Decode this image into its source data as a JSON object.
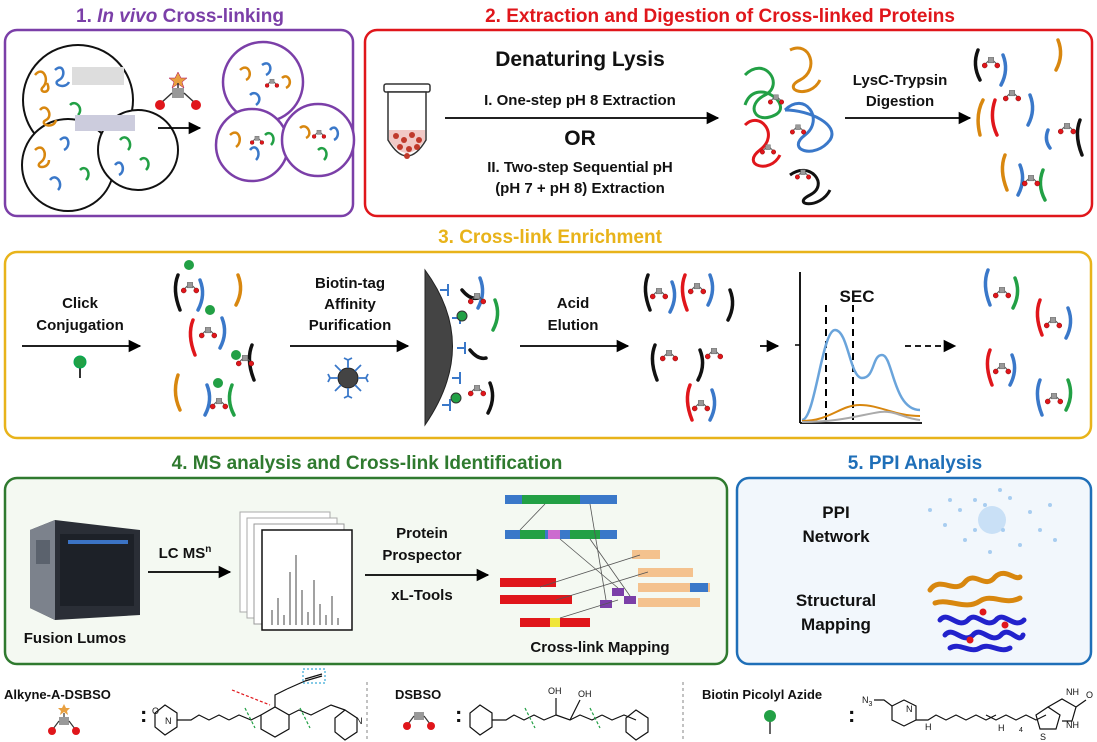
{
  "colors": {
    "purple": "#7b3fa8",
    "red": "#e0161b",
    "gold": "#e8b31a",
    "green": "#2f7a2f",
    "blue": "#1f6fb8",
    "chain_red": "#e0161b",
    "chain_blue": "#3a78c9",
    "chain_green": "#22a045",
    "chain_orange": "#d8870f",
    "chain_black": "#111111"
  },
  "sections": {
    "s1": {
      "title_prefix": "1. ",
      "title_italic": "In vivo",
      "title_suffix": " Cross-linking"
    },
    "s2": {
      "title": "2. Extraction and Digestion of Cross-linked Proteins",
      "lysis": "Denaturing Lysis",
      "opt1": "I. One-step pH 8 Extraction",
      "or": "OR",
      "opt2_line1": "II. Two-step Sequential pH",
      "opt2_line2": "(pH 7 + pH 8) Extraction",
      "digest_line1": "LysC-Trypsin",
      "digest_line2": "Digestion"
    },
    "s3": {
      "title": "3. Cross-link Enrichment",
      "click_line1": "Click",
      "click_line2": "Conjugation",
      "biotin_line1": "Biotin-tag",
      "biotin_line2": "Affinity",
      "biotin_line3": "Purification",
      "acid_line1": "Acid",
      "acid_line2": "Elution",
      "sec": "SEC"
    },
    "s4": {
      "title": "4. MS analysis and Cross-link Identification",
      "instrument": "Fusion Lumos",
      "lcms": "LC MS",
      "lcms_sup": "n",
      "prospector_line1": "Protein",
      "prospector_line2": "Prospector",
      "xltools": "xL-Tools",
      "mapping": "Cross-link Mapping"
    },
    "s5": {
      "title": "5. PPI Analysis",
      "ppi_line1": "PPI",
      "ppi_line2": "Network",
      "struct_line1": "Structural",
      "struct_line2": "Mapping"
    }
  },
  "legend": {
    "alkyne": "Alkyne-A-DSBSO",
    "dsbso": "DSBSO",
    "biotin": "Biotin Picolyl Azide",
    "colon": ":",
    "oh": "OH",
    "o": "O",
    "n": "N",
    "n3": "N",
    "n3_sub": "3",
    "h": "H",
    "s": "S",
    "nh": "NH",
    "sub4": "4"
  }
}
